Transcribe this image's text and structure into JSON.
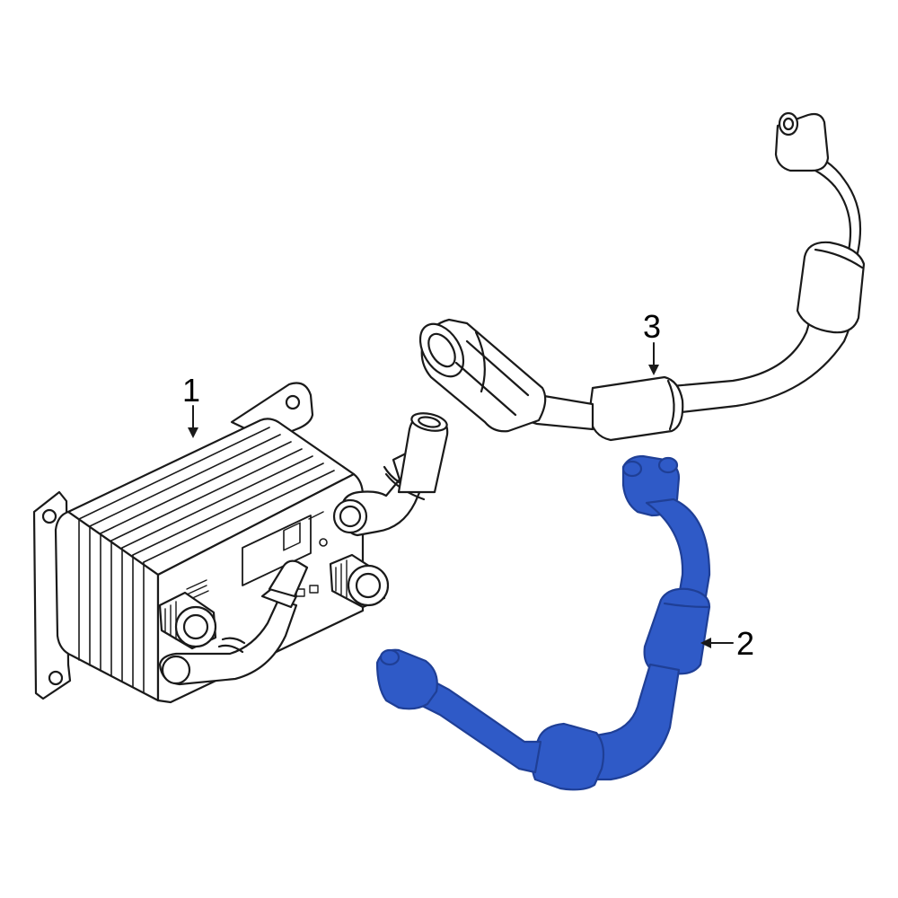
{
  "diagram": {
    "background": "#ffffff",
    "line_color": "#1a1a1a",
    "highlight_color": "#2f5ac7",
    "highlight_dark": "#1f3f96",
    "callouts": [
      {
        "id": "1",
        "label": "1",
        "part": "oil-cooler"
      },
      {
        "id": "2",
        "label": "2",
        "part": "cooler-line-highlighted"
      },
      {
        "id": "3",
        "label": "3",
        "part": "cooler-line"
      }
    ]
  }
}
